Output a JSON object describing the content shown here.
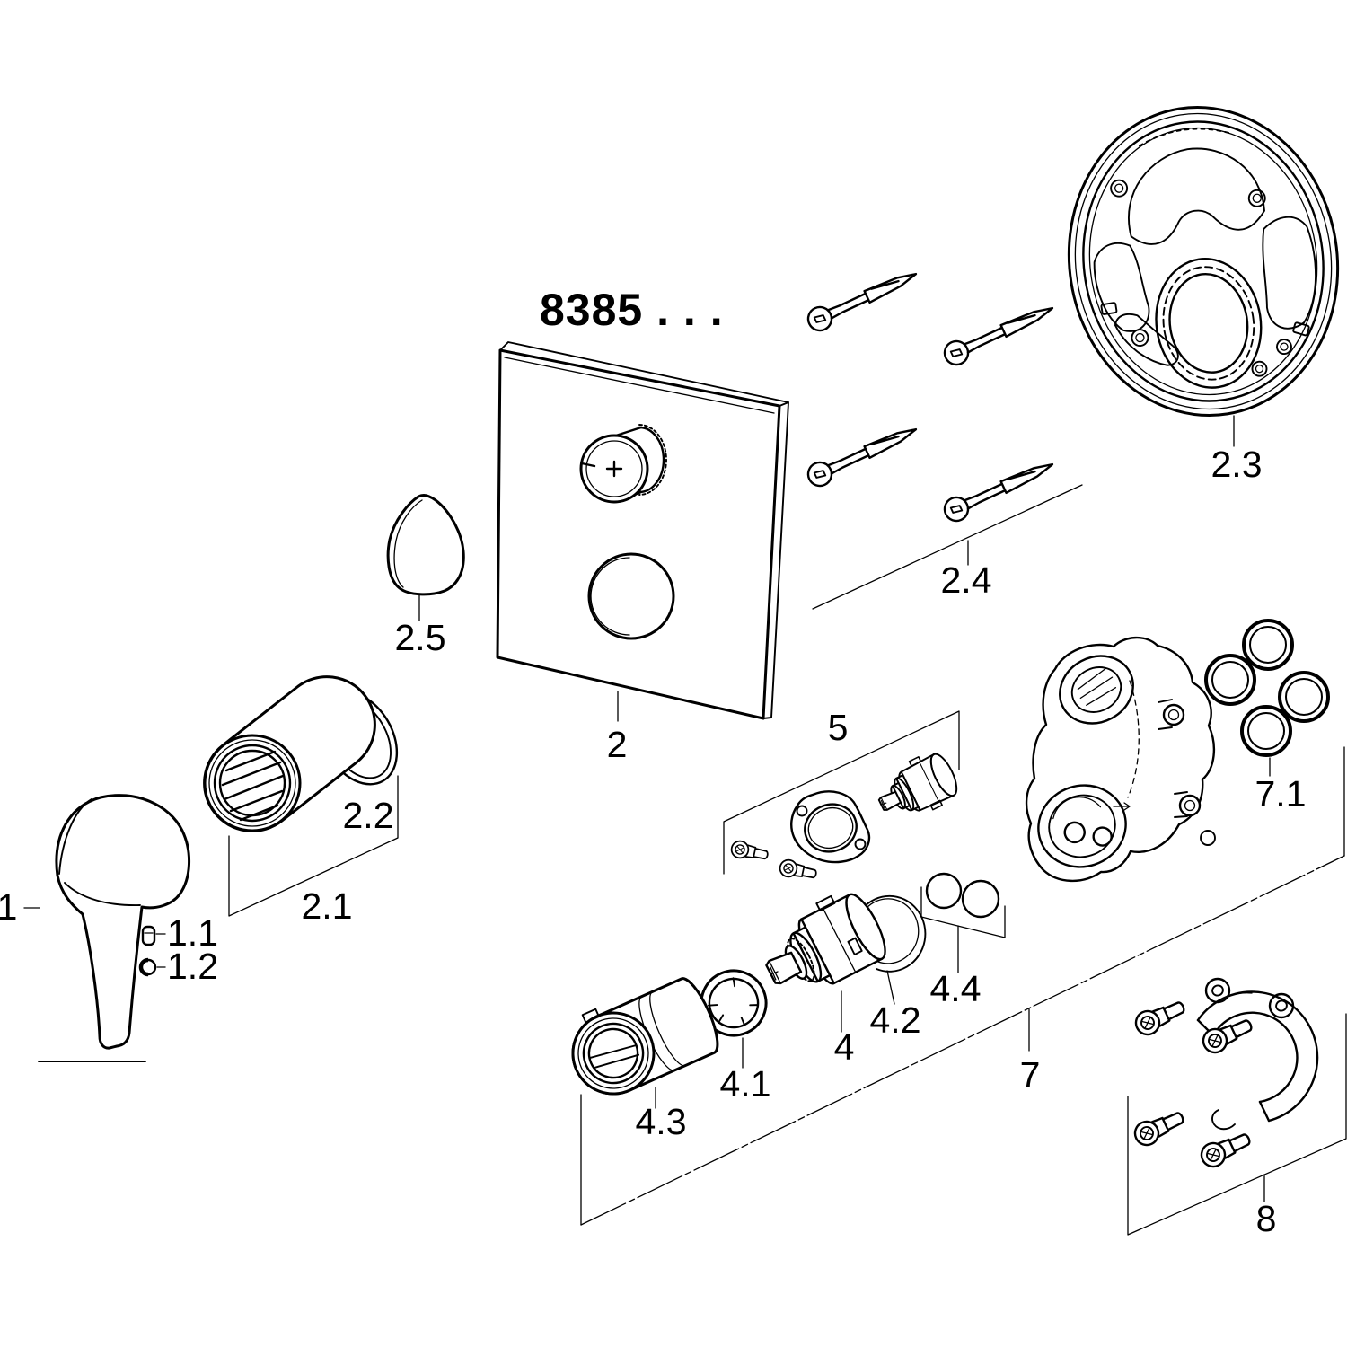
{
  "diagram": {
    "title": "8385 . . .",
    "background": "#ffffff",
    "line_color": "#000000",
    "part_labels": {
      "p1": "1",
      "p1_1": "1.1",
      "p1_2": "1.2",
      "p2": "2",
      "p2_1": "2.1",
      "p2_2": "2.2",
      "p2_3": "2.3",
      "p2_4": "2.4",
      "p2_5": "2.5",
      "p4": "4",
      "p4_1": "4.1",
      "p4_2": "4.2",
      "p4_3": "4.3",
      "p4_4": "4.4",
      "p5": "5",
      "p7": "7",
      "p7_1": "7.1",
      "p8": "8"
    }
  }
}
